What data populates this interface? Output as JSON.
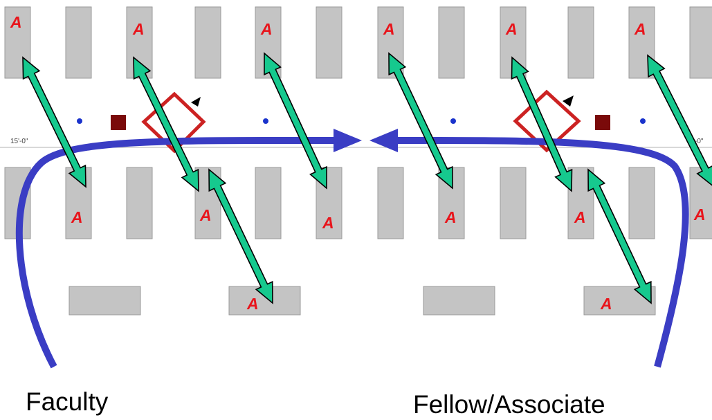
{
  "labels": {
    "marker": "A",
    "dimension_left": "15'-0\"",
    "dimension_right": "-0\"",
    "group_left": "Faculty",
    "group_right": "Fellow/Associate"
  },
  "colors": {
    "marker_text": "#e8141b",
    "connection_arrow": "#16c98e",
    "flow_arrow": "#3a3dc4",
    "desk": "#c4c4c4",
    "bench_red": "#cc2222",
    "block_dark_red": "#7a0a0a",
    "dot": "#1a33cc"
  },
  "icons": {
    "connection": "double-headed-arrow",
    "flow": "curved-arrow",
    "post": "blue-dot",
    "stand": "dark-red-block",
    "bench": "red-diamond"
  }
}
